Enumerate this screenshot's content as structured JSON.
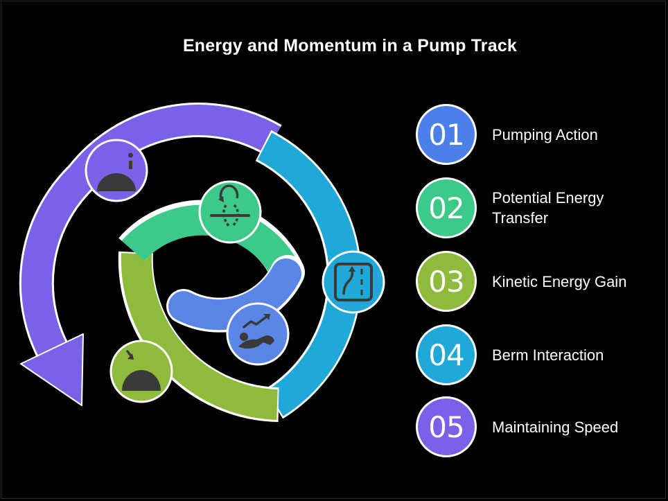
{
  "title": "Energy and Momentum in a Pump Track",
  "colors": {
    "background": "#000000",
    "step1": "#7b61e8",
    "step2": "#3dc98a",
    "step3": "#8fba3c",
    "step4": "#1fa8d8",
    "step5": "#5b86e8",
    "icon": "#3a3a3a"
  },
  "steps": [
    {
      "number": "01",
      "label": "Pumping Action",
      "color": "#4a80e8",
      "icon": "rider-accelerating-icon"
    },
    {
      "number": "02",
      "label": "Potential Energy Transfer",
      "color": "#3dc98a",
      "icon": "rotation-icon"
    },
    {
      "number": "03",
      "label": "Kinetic Energy Gain",
      "color": "#8fba3c",
      "icon": "mound-down-arrow-icon"
    },
    {
      "number": "04",
      "label": "Berm Interaction",
      "color": "#1fa8d8",
      "icon": "curved-road-icon"
    },
    {
      "number": "05",
      "label": "Maintaining Speed",
      "color": "#7b61e8",
      "icon": "mound-up-arrow-icon"
    }
  ]
}
